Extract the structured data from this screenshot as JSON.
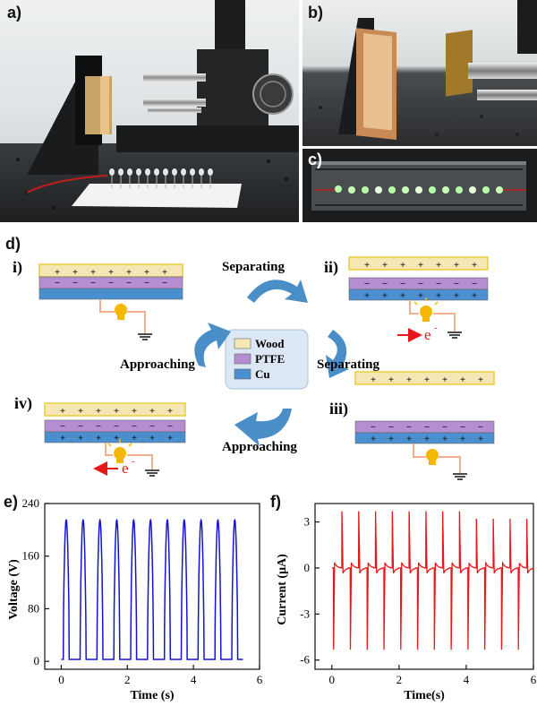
{
  "panel_labels": {
    "a": "a)",
    "b": "b)",
    "c": "c)",
    "d": "d)",
    "e": "e)",
    "f": "f)"
  },
  "diagram": {
    "states": {
      "i": "i)",
      "ii": "ii)",
      "iii": "iii)",
      "iv": "iv)"
    },
    "arrows": {
      "top": "Separating",
      "right": "Separating",
      "left": "Approaching",
      "bottom": "Approaching"
    },
    "legend": [
      {
        "label": "Wood",
        "color": "#f5e6b4"
      },
      {
        "label": "PTFE",
        "color": "#b58ed1"
      },
      {
        "label": "Cu",
        "color": "#4a90d0"
      }
    ],
    "electron_label": "e",
    "electron_sup": "-"
  },
  "colors": {
    "wood": "#f5e6b4",
    "wood_border": "#e8cf3a",
    "ptfe": "#b58ed1",
    "cu": "#4a90d0",
    "wire": "#f0b090",
    "bulb": "#f5b800",
    "arrow": "#4a8ec8",
    "electron_arrow": "#e8181a",
    "voltage": "#1515d0",
    "current": "#e8181a"
  },
  "chart_data": [
    {
      "type": "line",
      "xlabel": "Time (s)",
      "ylabel": "Voltage (V)",
      "xlim": [
        -0.5,
        6
      ],
      "ylim": [
        -12,
        240
      ],
      "xticks": [
        "0",
        "2",
        "4",
        "6"
      ],
      "yticks": [
        "0",
        "80",
        "160",
        "240"
      ],
      "series": [
        {
          "peak_times": [
            0.15,
            0.66,
            1.17,
            1.68,
            2.19,
            2.7,
            3.21,
            3.72,
            4.23,
            4.74,
            5.25
          ],
          "peak_value": 215,
          "baseline": 3,
          "color": "#1515d0"
        }
      ]
    },
    {
      "type": "line",
      "xlabel": "Time(s)",
      "ylabel": "Current (μA)",
      "xlim": [
        -0.5,
        6
      ],
      "ylim": [
        -6.6,
        4.2
      ],
      "xticks": [
        "0",
        "2",
        "4",
        "6"
      ],
      "yticks": [
        "-6",
        "-3",
        "0",
        "3"
      ],
      "series": [
        {
          "pulse_times": [
            0.05,
            0.55,
            1.05,
            1.55,
            2.05,
            2.55,
            3.05,
            3.55,
            4.05,
            4.55,
            5.05,
            5.55
          ],
          "negative_peak": -5.7,
          "positive_peak": 3.7,
          "color": "#e8181a"
        }
      ]
    }
  ]
}
